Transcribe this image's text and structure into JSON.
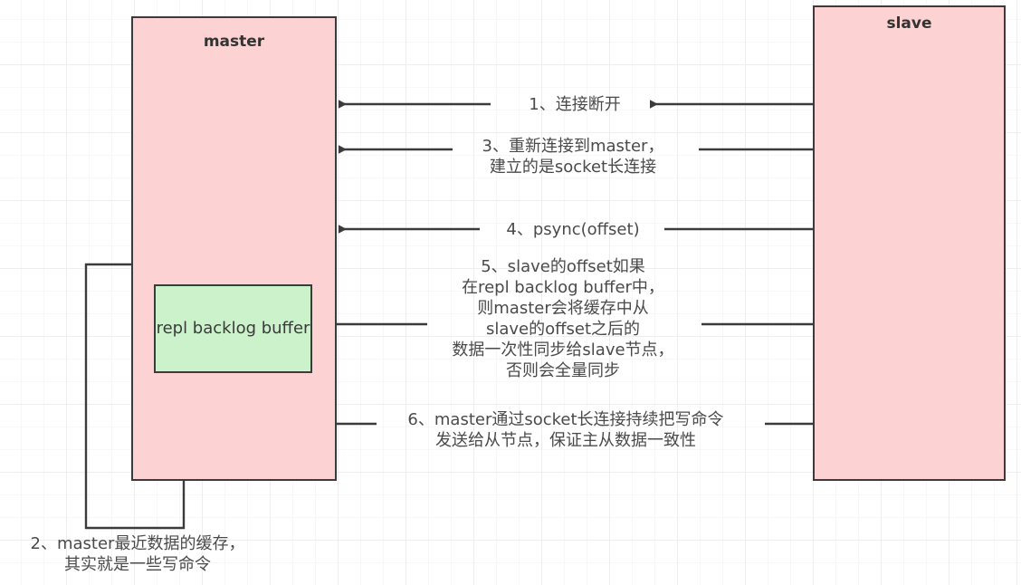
{
  "diagram": {
    "title": "Redis master-slave replication (psync / repl backlog)",
    "colors": {
      "node_fill": "#fcd2d2",
      "buffer_fill": "#ccf2cc",
      "stroke": "#3b3b3b",
      "grid_minor": "#f7f7f7",
      "grid_major": "#eeeeee",
      "text": "#4a4a4a"
    },
    "nodes": {
      "master": {
        "label": "master"
      },
      "slave": {
        "label": "slave"
      },
      "buffer": {
        "label": "repl backlog\nbuffer"
      }
    },
    "edges": [
      {
        "id": "1",
        "label": "1、连接断开",
        "from": "slave",
        "to": "master"
      },
      {
        "id": "3",
        "label": "3、重新连接到master，\n建立的是socket长连接",
        "from": "slave",
        "to": "master"
      },
      {
        "id": "4",
        "label": "4、psync(offset)",
        "from": "slave",
        "to": "master"
      },
      {
        "id": "5",
        "label": "5、slave的offset如果\n在repl backlog buffer中，\n则master会将缓存中从\nslave的offset之后的\n数据一次性同步给slave节点，\n否则会全量同步",
        "from": "buffer",
        "to": "slave"
      },
      {
        "id": "6",
        "label": "6、master通过socket长连接持续把写命令\n发送给从节点，保证主从数据一致性",
        "from": "master",
        "to": "slave"
      },
      {
        "id": "2",
        "label": "2、master最近数据的缓存，\n其实就是一些写命令",
        "from": "master",
        "to": "buffer"
      }
    ]
  }
}
